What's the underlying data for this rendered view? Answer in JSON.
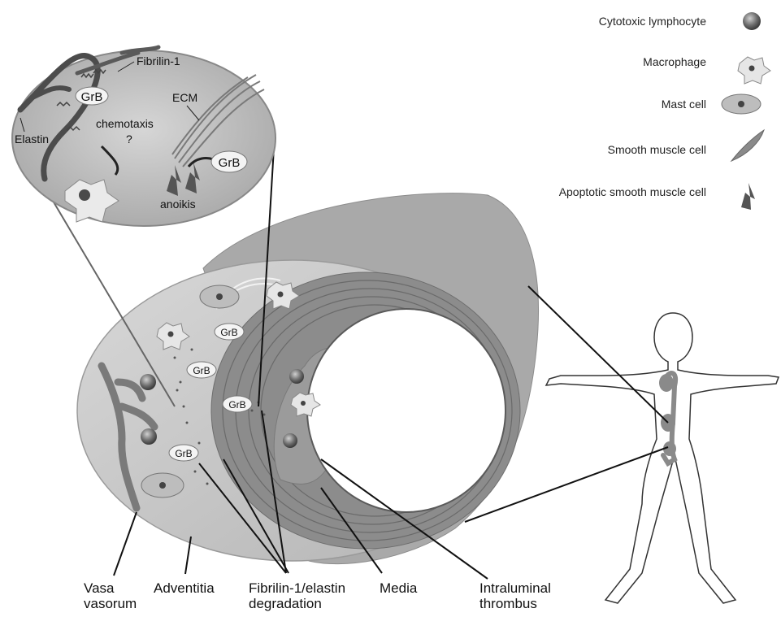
{
  "legend": {
    "items": [
      {
        "label": "Cytotoxic lymphocyte",
        "icon": "cytotoxic-lymphocyte-icon"
      },
      {
        "label": "Macrophage",
        "icon": "macrophage-icon"
      },
      {
        "label": "Mast cell",
        "icon": "mast-cell-icon"
      },
      {
        "label": "Smooth muscle cell",
        "icon": "smooth-muscle-cell-icon"
      },
      {
        "label": "Apoptotic smooth muscle cell",
        "icon": "apoptotic-smooth-muscle-cell-icon"
      }
    ]
  },
  "inset": {
    "fibrilin": "Fibrilin-1",
    "grb": "GrB",
    "elastin": "Elastin",
    "chemotaxis": "chemotaxis",
    "question": "?",
    "ecm": "ECM",
    "anoikis": "anoikis"
  },
  "vessel": {
    "grb_label": "GrB"
  },
  "labels": {
    "vasa_line1": "Vasa",
    "vasa_line2": "vasorum",
    "adventitia": "Adventitia",
    "fibrilin_line1": "Fibrilin-1/elastin",
    "fibrilin_line2": "degradation",
    "media": "Media",
    "thrombus_line1": "Intraluminal",
    "thrombus_line2": "thrombus"
  },
  "colors": {
    "line": "#111111",
    "adventitia": "#c8c8c8",
    "media": "#8a8a8a",
    "inset_bg": "#bdbdbd"
  }
}
